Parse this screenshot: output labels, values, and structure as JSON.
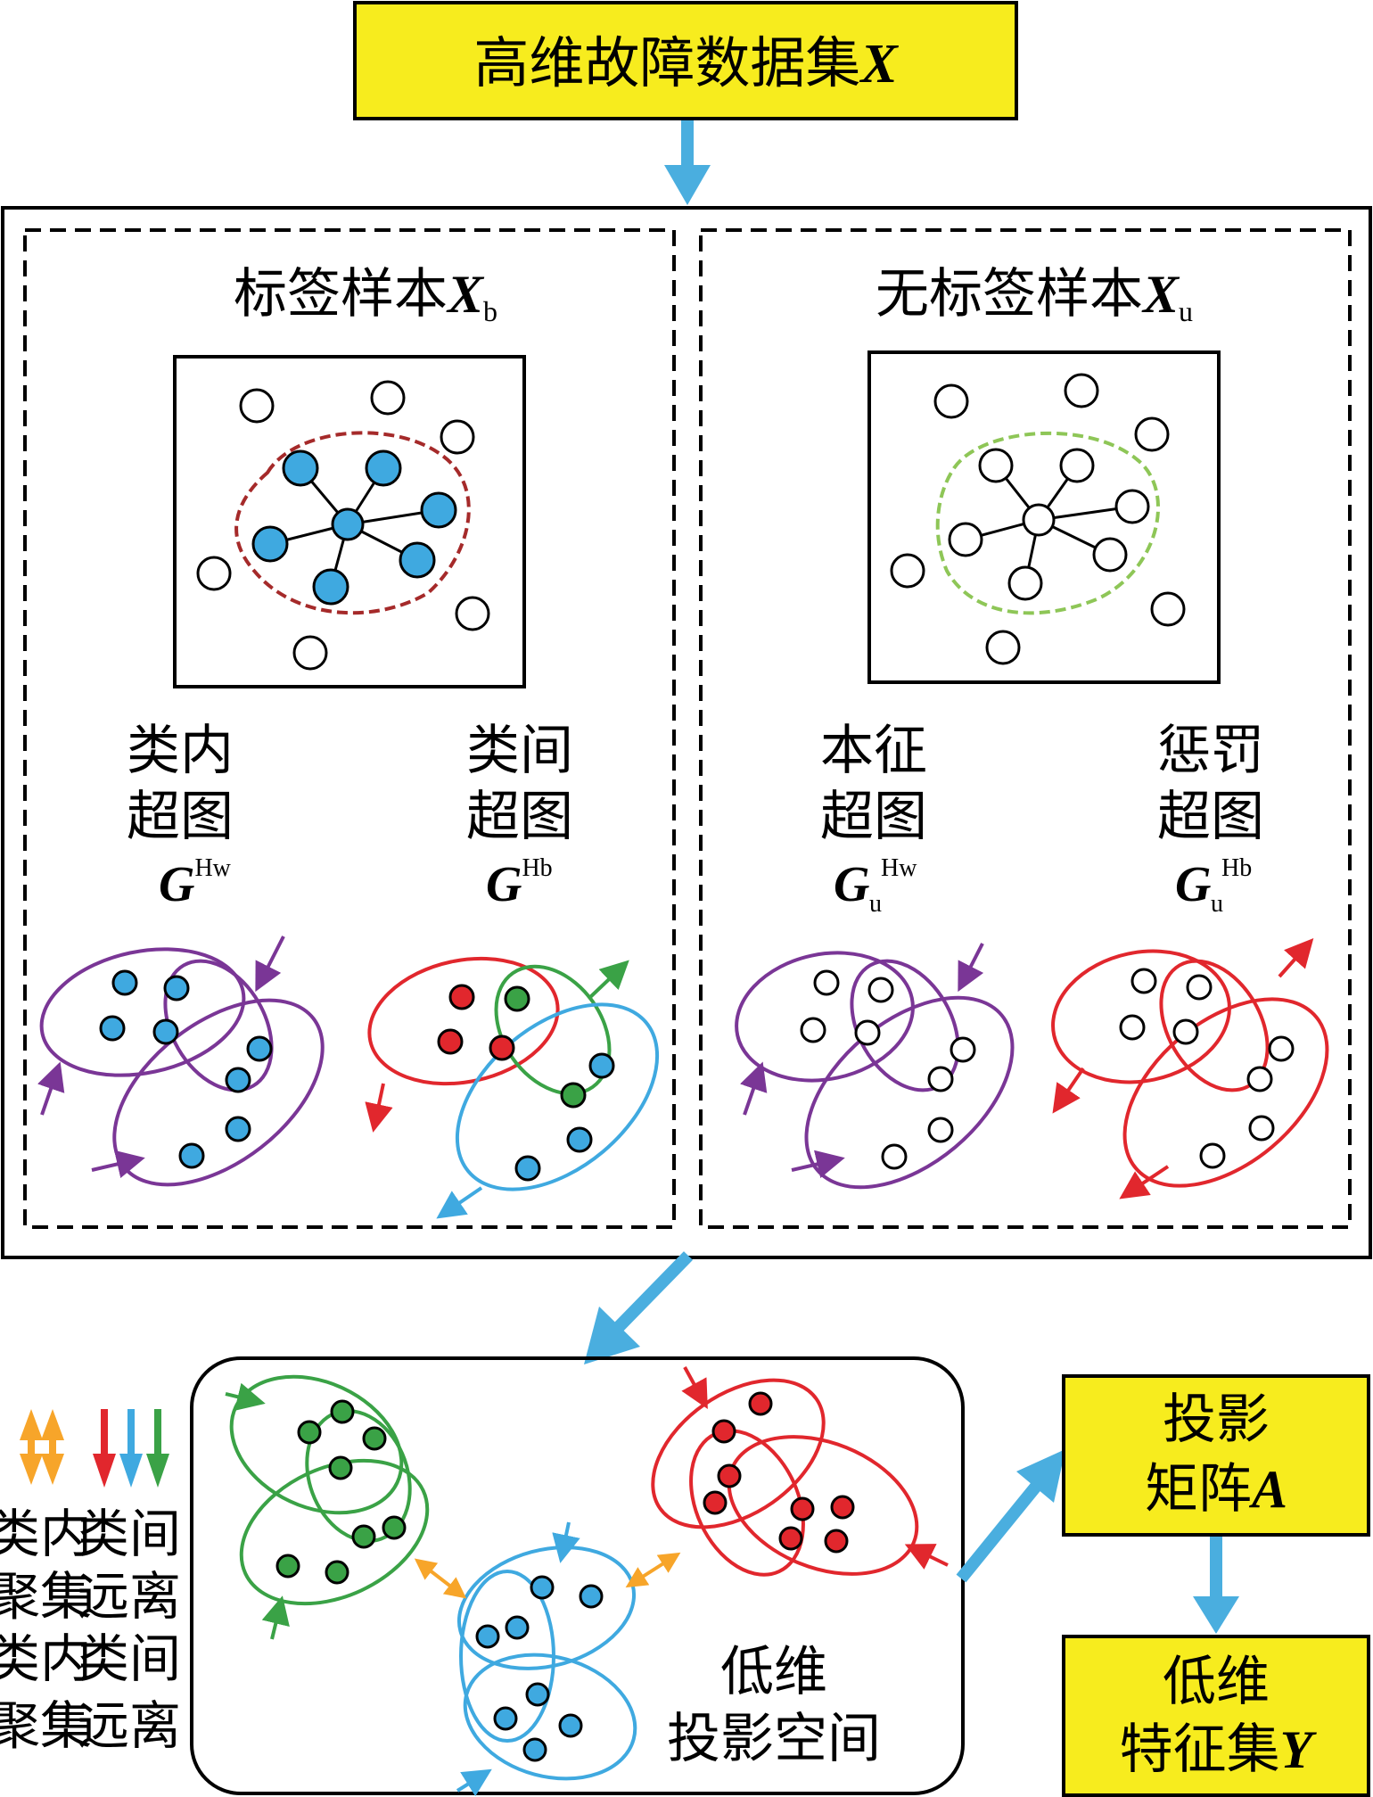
{
  "input_box": {
    "text": "高维故障数据集",
    "var": "X"
  },
  "labeled_panel": {
    "title": "标签样本",
    "var": "X",
    "sub": "b"
  },
  "unlabeled_panel": {
    "title": "无标签样本",
    "var": "X",
    "sub": "u"
  },
  "hypergraphs": [
    {
      "line1": "类内",
      "line2": "超图",
      "var": "G",
      "sup": "Hw",
      "sub": ""
    },
    {
      "line1": "类间",
      "line2": "超图",
      "var": "G",
      "sup": "Hb",
      "sub": ""
    },
    {
      "line1": "本征",
      "line2": "超图",
      "var": "G",
      "sup": "Hw",
      "sub": "u"
    },
    {
      "line1": "惩罚",
      "line2": "超图",
      "var": "G",
      "sup": "Hb",
      "sub": "u"
    }
  ],
  "legend": {
    "cluster_line1": "类内",
    "cluster_line2": "聚集",
    "separate_line1": "类间",
    "separate_line2": "远离"
  },
  "projection_space": {
    "line1": "低维",
    "line2": "投影空间"
  },
  "matrix_box": {
    "line1": "投影",
    "line2": "矩阵",
    "var": "A"
  },
  "output_box": {
    "line1": "低维",
    "line2": "特征集",
    "var": "Y"
  },
  "colors": {
    "box_fill": "#f7ec1e",
    "arrow_blue": "#4aaedf",
    "node_blue": "#3fa9e0",
    "red": "#e1272d",
    "green": "#3aa246",
    "purple": "#7a3696",
    "orange": "#f7a52a",
    "dark_red": "#a52a2a",
    "light_green": "#8ec657"
  }
}
